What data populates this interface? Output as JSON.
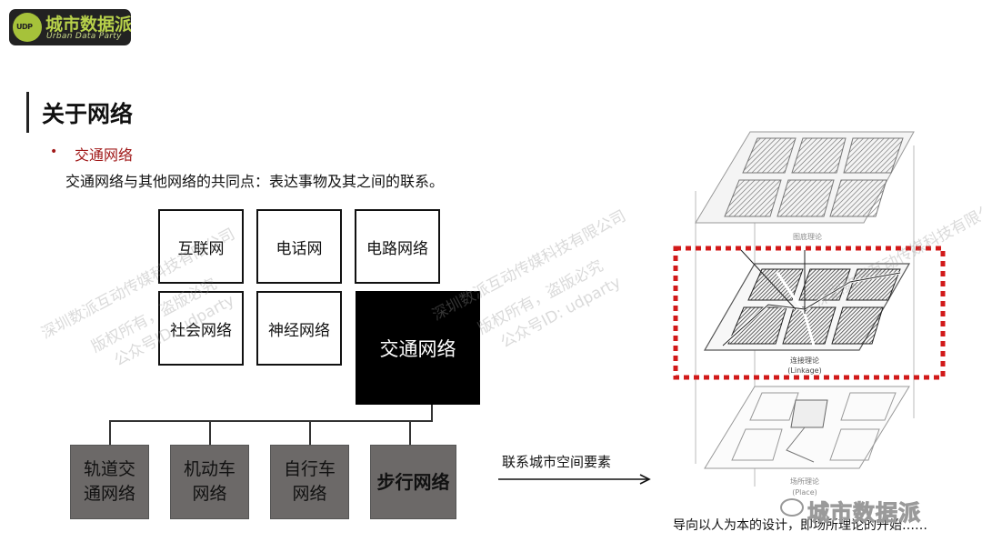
{
  "logo": {
    "mark_text": "UDP",
    "title": "城市数据派",
    "subtitle": "Urban Data Party"
  },
  "heading": "关于网络",
  "bullet": {
    "dot": "•",
    "text": "交通网络"
  },
  "description": "交通网络与其他网络的共同点：表达事物及其之间的联系。",
  "network_boxes": [
    {
      "label": "互联网"
    },
    {
      "label": "电话网"
    },
    {
      "label": "电路网络"
    },
    {
      "label": "社会网络"
    },
    {
      "label": "神经网络"
    },
    {
      "label": "交通网络"
    }
  ],
  "transport_types": [
    {
      "label": "轨道交\n通网络"
    },
    {
      "label": "机动车\n网络"
    },
    {
      "label": "自行车\n网络"
    },
    {
      "label": "步行网络"
    }
  ],
  "arrow_label": "联系城市空间要素",
  "diagram": {
    "layer_top_label": "图底理论",
    "layer_mid_label": "连接理论",
    "layer_mid_sub": "(Linkage)",
    "layer_bottom_label": "场所理论",
    "layer_bottom_sub": "(Place)",
    "highlight_color": "#d21a1a"
  },
  "caption": "导向以人为本的设计，即场所理论的开始……",
  "watermarks": [
    {
      "line1": "深圳数派互动传媒科技有限公司",
      "line2": "版权所有，盗版必究",
      "line3": "公众号ID: udparty"
    }
  ],
  "footer_brand": "城市数据派",
  "colors": {
    "logo_green": "#a6c23a",
    "bullet_red": "#a01818",
    "grey_box": "#6c6968"
  }
}
